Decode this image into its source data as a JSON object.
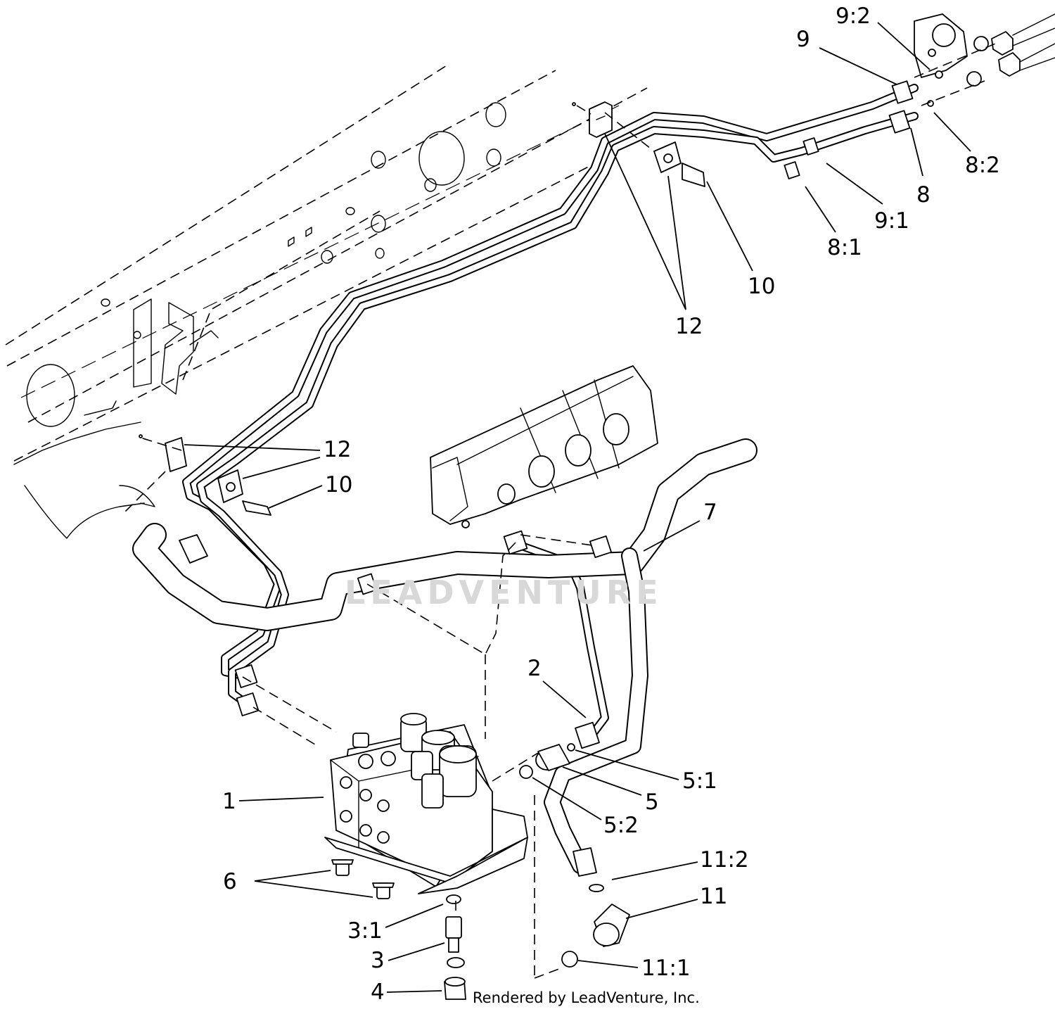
{
  "callouts": [
    {
      "id": "c-9-2",
      "text": "9:2"
    },
    {
      "id": "c-9",
      "text": "9"
    },
    {
      "id": "c-8-2",
      "text": "8:2"
    },
    {
      "id": "c-8",
      "text": "8"
    },
    {
      "id": "c-9-1",
      "text": "9:1"
    },
    {
      "id": "c-8-1",
      "text": "8:1"
    },
    {
      "id": "c-10-top",
      "text": "10"
    },
    {
      "id": "c-12-top",
      "text": "12"
    },
    {
      "id": "c-12-left",
      "text": "12"
    },
    {
      "id": "c-10-left",
      "text": "10"
    },
    {
      "id": "c-7",
      "text": "7"
    },
    {
      "id": "c-2",
      "text": "2"
    },
    {
      "id": "c-5-1",
      "text": "5:1"
    },
    {
      "id": "c-5",
      "text": "5"
    },
    {
      "id": "c-1",
      "text": "1"
    },
    {
      "id": "c-5-2",
      "text": "5:2"
    },
    {
      "id": "c-11-2",
      "text": "11:2"
    },
    {
      "id": "c-6",
      "text": "6"
    },
    {
      "id": "c-11",
      "text": "11"
    },
    {
      "id": "c-3-1",
      "text": "3:1"
    },
    {
      "id": "c-3",
      "text": "3"
    },
    {
      "id": "c-11-1",
      "text": "11:1"
    },
    {
      "id": "c-4",
      "text": "4"
    }
  ],
  "watermark": "LEADVENTURE",
  "credit": "Rendered by LeadVenture, Inc."
}
